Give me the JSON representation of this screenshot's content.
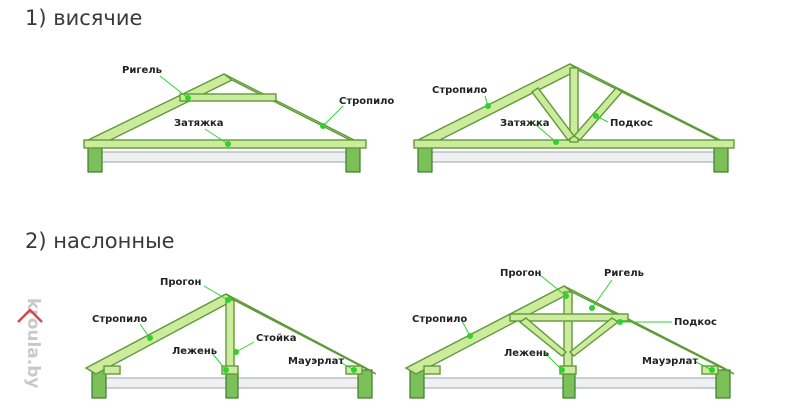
{
  "headings": {
    "hanging": "1) висячие",
    "layered": "2) наслонные"
  },
  "labels": {
    "d1": {
      "rigel": "Ригель",
      "stropilo": "Стропило",
      "zatyazhka": "Затяжка"
    },
    "d2": {
      "stropilo": "Стропило",
      "zatyazhka": "Затяжка",
      "podkos": "Подкос"
    },
    "d3": {
      "progon": "Прогон",
      "stropilo": "Стропило",
      "stoyka": "Стойка",
      "lezhen": "Лежень",
      "mauerlat": "Мауэрлат"
    },
    "d4": {
      "progon": "Прогон",
      "rigel": "Ригель",
      "stropilo": "Стропило",
      "podkos": "Подкос",
      "lezhen": "Лежень",
      "mauerlat": "Мауэрлат"
    }
  },
  "watermark": "kroula.by",
  "colors": {
    "beam": "#cdeb9c",
    "beam_outline": "#5f9a3a",
    "wall": "#7cc05a",
    "pointer": "#2fd12f"
  }
}
